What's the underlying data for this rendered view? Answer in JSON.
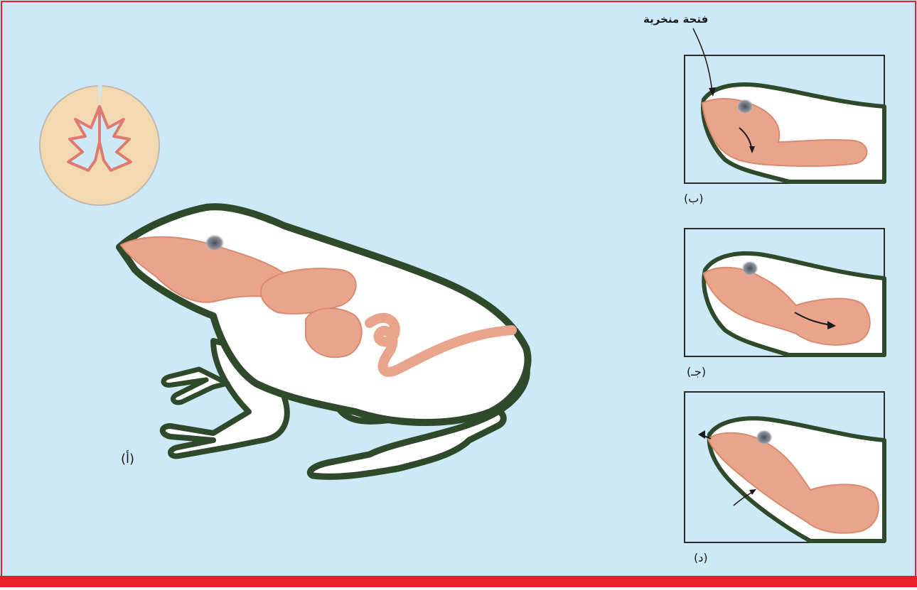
{
  "callout_label": "فتحة منخرية",
  "panel_labels": {
    "a": "(أ)",
    "b": "(ب)",
    "c": "(جـ)",
    "d": "(د)"
  },
  "colors": {
    "background": "#cde8f7",
    "frame_border": "#e2202f",
    "bottom_bar": "#e8202c",
    "frog_outline": "#2f4a2a",
    "frog_body": "#ffffff",
    "organs": "#e9a58c",
    "lung_section": "#f3d9b0"
  }
}
